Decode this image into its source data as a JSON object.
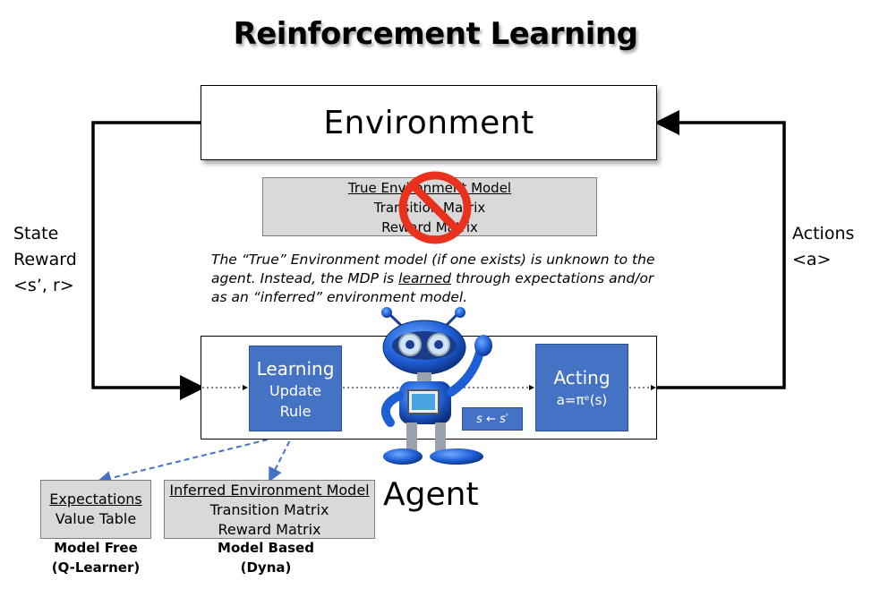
{
  "title": "Reinforcement Learning",
  "environment": {
    "label": "Environment"
  },
  "true_model": {
    "heading": "True Environment Model",
    "line1": "Transition Matrix",
    "line2": "Reward Matrix",
    "overlay_icon": "prohibited-icon",
    "overlay_color": "#e8321e"
  },
  "note": {
    "before": "The “True” Environment model (if one exists) is unknown to the agent. Instead, the MDP is ",
    "underlined": "learned",
    "after": " through expectations and/or as an “inferred” environment model."
  },
  "state_label": {
    "line1": "State",
    "line2": "Reward",
    "line3": "<s’, r>"
  },
  "actions_label": {
    "line1": "Actions",
    "line2": "<a>"
  },
  "learning": {
    "heading": "Learning",
    "line1": "Update",
    "line2": "Rule"
  },
  "acting": {
    "heading": "Acting",
    "formula": "a=πᵉ(s)"
  },
  "state_update": "s ← s′",
  "agent_label": "Agent",
  "robot_icon": "robot-icon",
  "expectations": {
    "heading": "Expectations",
    "line1": "Value Table"
  },
  "inferred_model": {
    "heading": "Inferred Environment Model",
    "line1": "Transition Matrix",
    "line2": "Reward Matrix"
  },
  "model_free": {
    "line1": "Model Free",
    "line2": "(Q-Learner)"
  },
  "model_based": {
    "line1": "Model Based",
    "line2": "(Dyna)"
  },
  "colors": {
    "box_blue": "#4472c4",
    "box_gray": "#d9d9d9",
    "dashed_arrow": "#4472c4"
  }
}
